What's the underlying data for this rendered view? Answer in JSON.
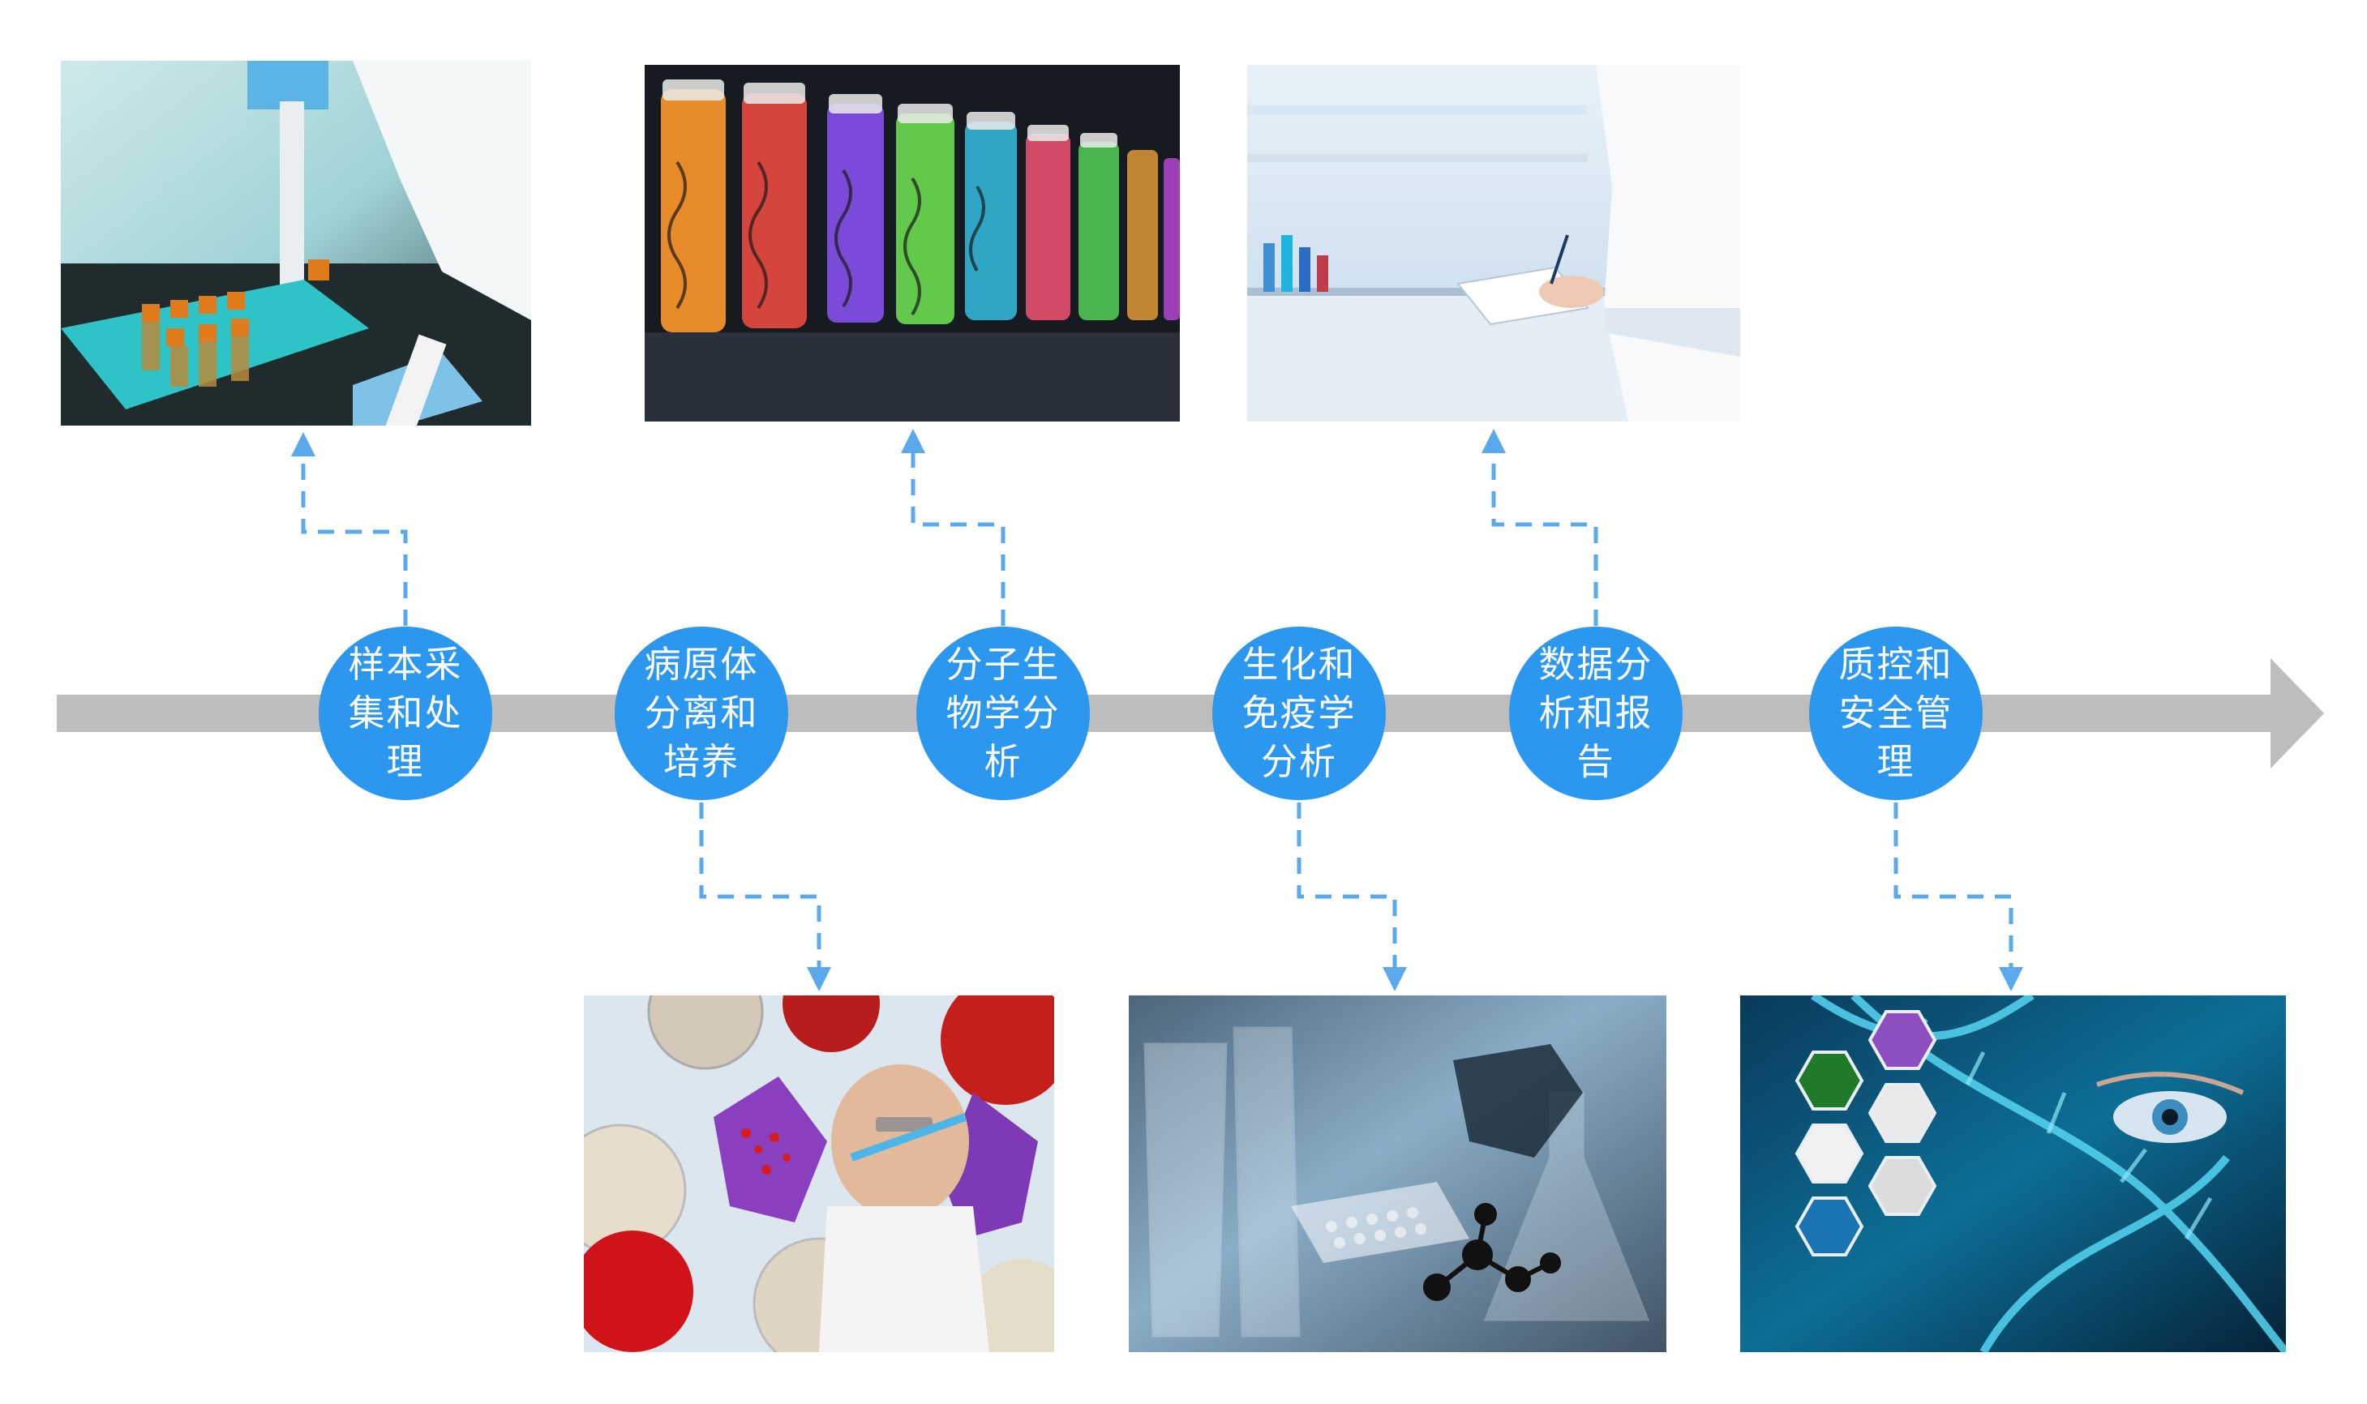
{
  "steps": [
    {
      "label": "样本采集和处理",
      "photo": "pipette-sample-tubes-photo"
    },
    {
      "label": "病原体分离和培养",
      "photo": "petri-dish-culture-photo"
    },
    {
      "label": "分子生物学分析",
      "photo": "dna-test-tubes-photo"
    },
    {
      "label": "生化和免疫学分析",
      "photo": "lab-glassware-well-plate-photo"
    },
    {
      "label": "数据分析和报告",
      "photo": "scientist-writing-report-photo"
    },
    {
      "label": "质控和安全管理",
      "photo": "dna-helix-eye-hexagons-photo"
    }
  ],
  "colors": {
    "axis": "#bdbdbd",
    "node": "#2b97ee",
    "connector": "#5aa9ec",
    "node_text": "#ffffff"
  }
}
